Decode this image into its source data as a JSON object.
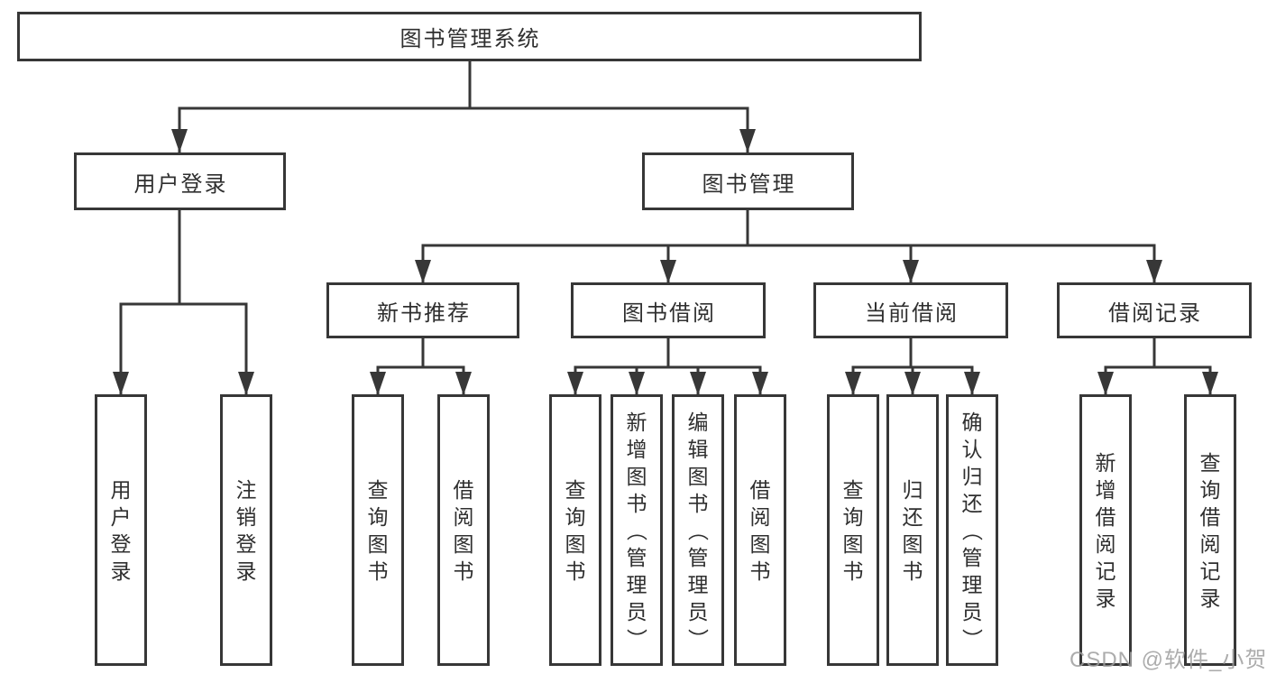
{
  "colors": {
    "background": "#ffffff",
    "line": "#373737",
    "box_border": "#373737",
    "text": "#2f2f2f",
    "watermark": "#9e9e9e"
  },
  "tree": {
    "root": {
      "label": "图书管理系统"
    },
    "level2": [
      {
        "label": "用户登录"
      },
      {
        "label": "图书管理"
      }
    ],
    "level3": [
      {
        "label": "新书推荐",
        "parent": "图书管理"
      },
      {
        "label": "图书借阅",
        "parent": "图书管理"
      },
      {
        "label": "当前借阅",
        "parent": "图书管理"
      },
      {
        "label": "借阅记录",
        "parent": "图书管理"
      }
    ],
    "leaves": [
      {
        "label": "用户登录",
        "parent": "用户登录"
      },
      {
        "label": "注销登录",
        "parent": "用户登录"
      },
      {
        "label": "查询图书",
        "parent": "新书推荐"
      },
      {
        "label": "借阅图书",
        "parent": "新书推荐"
      },
      {
        "label": "查询图书",
        "parent": "图书借阅"
      },
      {
        "label": "新增图书（管理员）",
        "parent": "图书借阅"
      },
      {
        "label": "编辑图书（管理员）",
        "parent": "图书借阅"
      },
      {
        "label": "借阅图书",
        "parent": "图书借阅"
      },
      {
        "label": "查询图书",
        "parent": "当前借阅"
      },
      {
        "label": "归还图书",
        "parent": "当前借阅"
      },
      {
        "label": "确认归还（管理员）",
        "parent": "当前借阅"
      },
      {
        "label": "新增借阅记录",
        "parent": "借阅记录"
      },
      {
        "label": "查询借阅记录",
        "parent": "借阅记录"
      }
    ]
  },
  "watermark": "CSDN @软件_小贺同学"
}
